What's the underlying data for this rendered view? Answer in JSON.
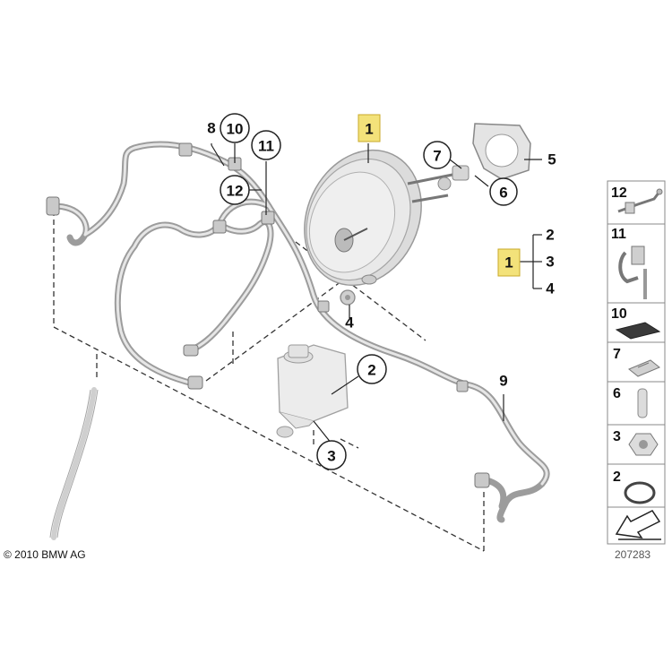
{
  "copyright": "© 2010 BMW AG",
  "diagram_number": "207283",
  "colors": {
    "highlight": "#f3e27a",
    "line": "#222222",
    "part_fill": "#e6e6e6",
    "part_stroke": "#9a9a9a"
  },
  "callouts": {
    "c1_main": "1",
    "c1_group": "1",
    "c2": "2",
    "c3": "3",
    "c4": "4",
    "c5": "5",
    "c6": "6",
    "c7": "7",
    "c8": "8",
    "c9": "9",
    "c10": "10",
    "c11": "11",
    "c12": "12",
    "group_2": "2",
    "group_3": "3",
    "group_4": "4"
  },
  "legend_panel": [
    {
      "number": "12",
      "icon": "bracket-clip-icon"
    },
    {
      "number": "11",
      "icon": "hose-clamp-icon"
    },
    {
      "number": "10",
      "icon": "foam-pad-icon"
    },
    {
      "number": "7",
      "icon": "retaining-clip-icon"
    },
    {
      "number": "6",
      "icon": "pin-icon"
    },
    {
      "number": "3",
      "icon": "hex-nut-icon"
    },
    {
      "number": "2",
      "icon": "o-ring-icon"
    },
    {
      "number": "",
      "icon": "arrow-icon"
    }
  ]
}
